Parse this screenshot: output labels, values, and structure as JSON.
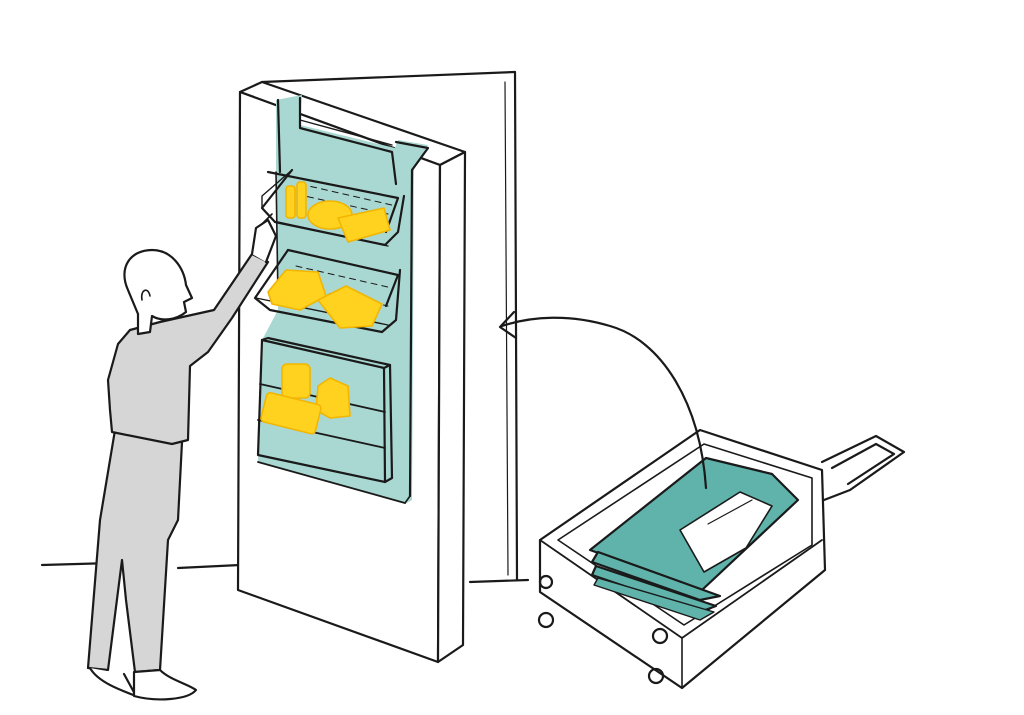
{
  "scene": {
    "description_free": true,
    "colors": {
      "ink": "#1a1a1a",
      "organizer": "#a9d8d2",
      "teal_fabric": "#5fb3aa",
      "yellow_items": "#ffd21f",
      "yellow_shade": "#f2b500",
      "person_gray": "#d6d6d6",
      "paper": "#ffffff"
    },
    "icons": {
      "arrow": "curved-arrow-icon",
      "person": "person-figure",
      "door": "door-panel",
      "suitcase": "suitcase-figure"
    }
  }
}
